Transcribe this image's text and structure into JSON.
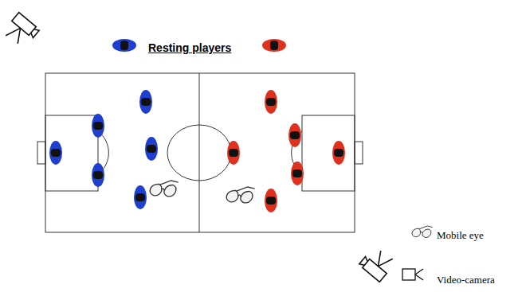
{
  "diagram": {
    "labels": [
      "Resting players"
    ],
    "legend": [
      {
        "text": "Mobile eye"
      },
      {
        "text": "Video-camera"
      }
    ]
  }
}
